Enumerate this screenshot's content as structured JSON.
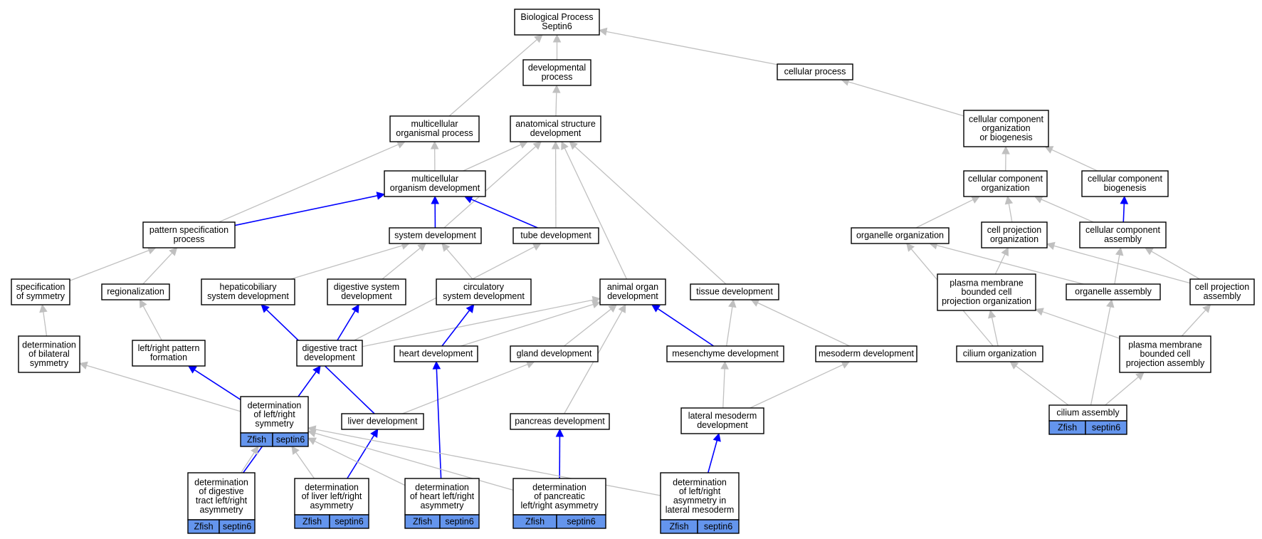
{
  "nodes": {
    "bp": [
      "Biological Process",
      "Septin6"
    ],
    "devproc": [
      "developmental",
      "process"
    ],
    "cellproc": [
      "cellular process"
    ],
    "multiorg": [
      "multicellular",
      "organismal process"
    ],
    "anatdev": [
      "anatomical structure",
      "development"
    ],
    "ccob": [
      "cellular component",
      "organization",
      "or biogenesis"
    ],
    "multidev": [
      "multicellular",
      "organism development"
    ],
    "ccorg": [
      "cellular component",
      "organization"
    ],
    "ccbio": [
      "cellular component",
      "biogenesis"
    ],
    "patspec": [
      "pattern specification",
      "process"
    ],
    "sysdev": [
      "system development"
    ],
    "tubedev": [
      "tube development"
    ],
    "organorg": [
      "organelle organization"
    ],
    "cpo": [
      "cell projection",
      "organization"
    ],
    "ccasm": [
      "cellular component",
      "assembly"
    ],
    "specsym": [
      "specification",
      "of symmetry"
    ],
    "regional": [
      "regionalization"
    ],
    "hepdev": [
      "hepaticobiliary",
      "system development"
    ],
    "digsys": [
      "digestive system",
      "development"
    ],
    "circ": [
      "circulatory",
      "system development"
    ],
    "aod": [
      "animal organ",
      "development"
    ],
    "tissue": [
      "tissue development"
    ],
    "pmbcpo": [
      "plasma membrane",
      "bounded cell",
      "projection organization"
    ],
    "orgasm": [
      "organelle assembly"
    ],
    "cpasm": [
      "cell projection",
      "assembly"
    ],
    "detbil": [
      "determination",
      "of bilateral",
      "symmetry"
    ],
    "lrpat": [
      "left/right pattern",
      "formation"
    ],
    "digtract": [
      "digestive tract",
      "development"
    ],
    "heart": [
      "heart development"
    ],
    "gland": [
      "gland development"
    ],
    "mesench": [
      "mesenchyme development"
    ],
    "mesoderm": [
      "mesoderm development"
    ],
    "cilorg": [
      "cilium organization"
    ],
    "pmbcpa": [
      "plasma membrane",
      "bounded cell",
      "projection assembly"
    ],
    "detlr": [
      "determination",
      "of left/right",
      "symmetry"
    ],
    "liver": [
      "liver development"
    ],
    "pancreas": [
      "pancreas development"
    ],
    "latmeso": [
      "lateral mesoderm",
      "development"
    ],
    "cilasm": [
      "cilium assembly"
    ],
    "detdig": [
      "determination",
      "of digestive",
      "tract left/right",
      "asymmetry"
    ],
    "detliver": [
      "determination",
      "of liver left/right",
      "asymmetry"
    ],
    "detheart": [
      "determination",
      "of heart left/right",
      "asymmetry"
    ],
    "detpanc": [
      "determination",
      "of pancreatic",
      "left/right asymmetry"
    ],
    "detlatmeso": [
      "determination",
      "of left/right",
      "asymmetry in",
      "lateral mesoderm"
    ]
  },
  "annotation": {
    "species": "Zfish",
    "gene": "septin6",
    "color": "#6495ED"
  },
  "edge_colors": {
    "is_a": "#c0c0c0",
    "part_of": "#0000ff"
  }
}
